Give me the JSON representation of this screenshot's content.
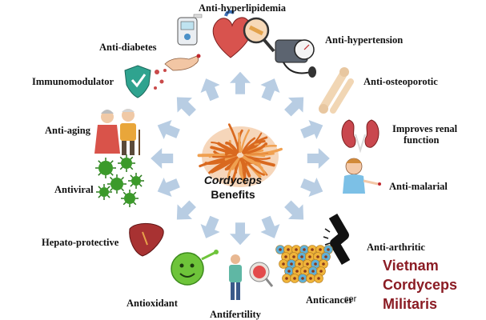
{
  "center": {
    "title_line1": "Cordyceps",
    "title_line2": "Benefits"
  },
  "benefits": {
    "hyperlipidemia": "Anti-hyperlipidemia",
    "hypertension": "Anti-hypertension",
    "osteoporotic": "Anti-osteoporotic",
    "renal_line1": "Improves renal",
    "renal_line2": "function",
    "malarial": "Anti-malarial",
    "arthritic": "Anti-arthritic",
    "anticancer": "Anticancer",
    "antifertility": "Antifertility",
    "antioxidant": "Antioxidant",
    "hepato": "Hepato-protective",
    "antiviral": "Antiviral",
    "antiaging": "Anti-aging",
    "immunomodulator": "Immunomodulator",
    "antidiabetes": "Anti-diabetes"
  },
  "brand": {
    "line1": "Vietnam",
    "line2": "Cordyceps",
    "line3": "Militaris",
    "stray_text": "cer"
  },
  "colors": {
    "arrow": "#b8cde3",
    "cordyceps": "#d9691f",
    "brand_text": "#8b1c24"
  },
  "icons": [
    "glucometer-icon",
    "heart-icon",
    "sphygmomanometer-icon",
    "bone-icon",
    "kidney-icon",
    "sick-person-icon",
    "knee-joint-icon",
    "cancer-cells-icon",
    "man-flask-icon",
    "antioxidant-molecule-icon",
    "liver-icon",
    "virus-icon",
    "elderly-couple-icon",
    "shield-icon",
    "finger-prick-icon"
  ]
}
